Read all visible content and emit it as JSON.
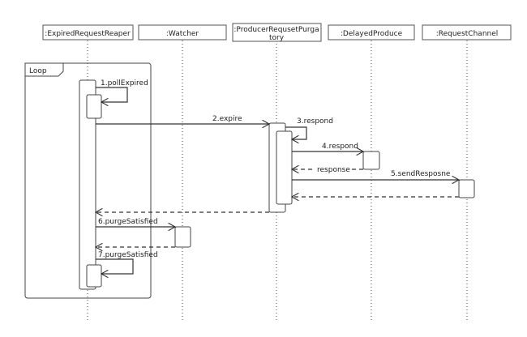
{
  "participants": [
    {
      "id": "reaper",
      "label_lines": [
        ":ExpiredRequestReaper"
      ]
    },
    {
      "id": "watcher",
      "label_lines": [
        ":Watcher"
      ]
    },
    {
      "id": "purgatory",
      "label_lines": [
        ":ProducerRequsetPurga",
        "tory"
      ]
    },
    {
      "id": "delayed",
      "label_lines": [
        ":DelayedProduce"
      ]
    },
    {
      "id": "channel",
      "label_lines": [
        ":RequestChannel"
      ]
    }
  ],
  "fragment": {
    "operator": "Loop"
  },
  "messages": [
    {
      "id": "m1",
      "label": "1.pollExpired",
      "kind": "self-call"
    },
    {
      "id": "m2",
      "label": "2.expire",
      "kind": "call"
    },
    {
      "id": "m3",
      "label": "3.respond",
      "kind": "self-call"
    },
    {
      "id": "m4",
      "label": "4.respond",
      "kind": "call"
    },
    {
      "id": "r4",
      "label": "response",
      "kind": "return"
    },
    {
      "id": "m5",
      "label": "5.sendResposne",
      "kind": "call"
    },
    {
      "id": "r5",
      "label": "",
      "kind": "return"
    },
    {
      "id": "r2",
      "label": "",
      "kind": "return"
    },
    {
      "id": "m6",
      "label": "6.purgeSatisfied",
      "kind": "call"
    },
    {
      "id": "r6",
      "label": "",
      "kind": "return"
    },
    {
      "id": "m7",
      "label": "7.purgeSatisfied",
      "kind": "self-call"
    }
  ]
}
